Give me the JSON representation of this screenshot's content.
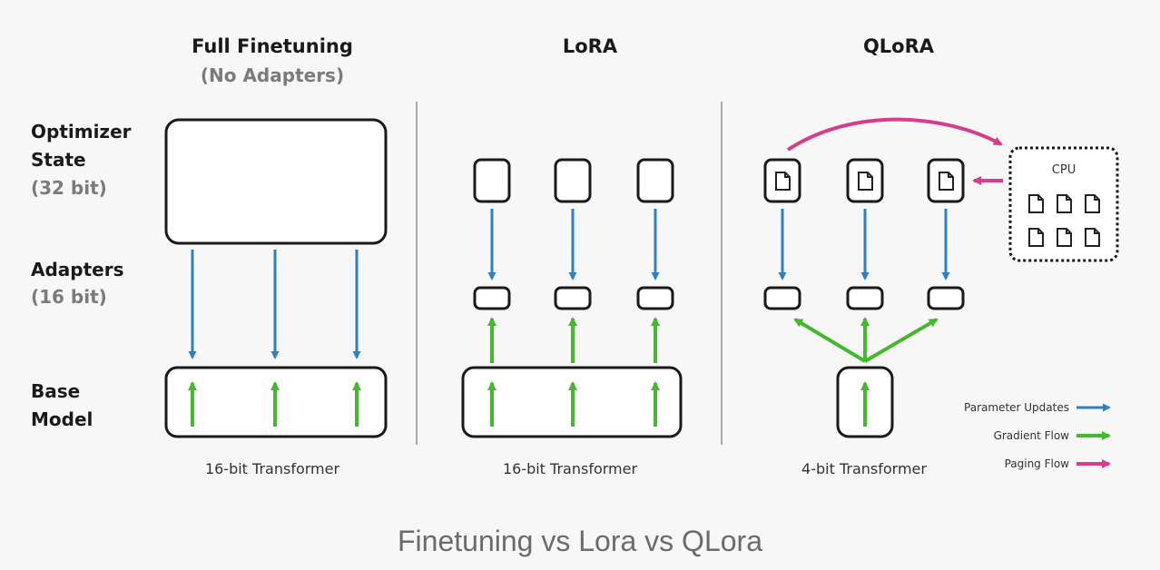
{
  "panels": {
    "full": {
      "title": "Full Finetuning",
      "subtitle": "(No Adapters)",
      "footer": "16-bit Transformer"
    },
    "lora": {
      "title": "LoRA",
      "footer": "16-bit Transformer"
    },
    "qlora": {
      "title": "QLoRA",
      "footer": "4-bit Transformer",
      "cpu_label": "CPU"
    }
  },
  "rows": {
    "optimizer_line1": "Optimizer",
    "optimizer_line2": "State",
    "optimizer_bits": "(32 bit)",
    "adapters": "Adapters",
    "adapters_bits": "(16 bit)",
    "base_line1": "Base",
    "base_line2": "Model"
  },
  "legend": {
    "parameter_updates": {
      "label": "Parameter Updates",
      "color": "#2f7fc1"
    },
    "gradient_flow": {
      "label": "Gradient Flow",
      "color": "#44b82e"
    },
    "paging_flow": {
      "label": "Paging Flow",
      "color": "#d83d8d"
    }
  },
  "caption": "Finetuning vs Lora vs QLora"
}
